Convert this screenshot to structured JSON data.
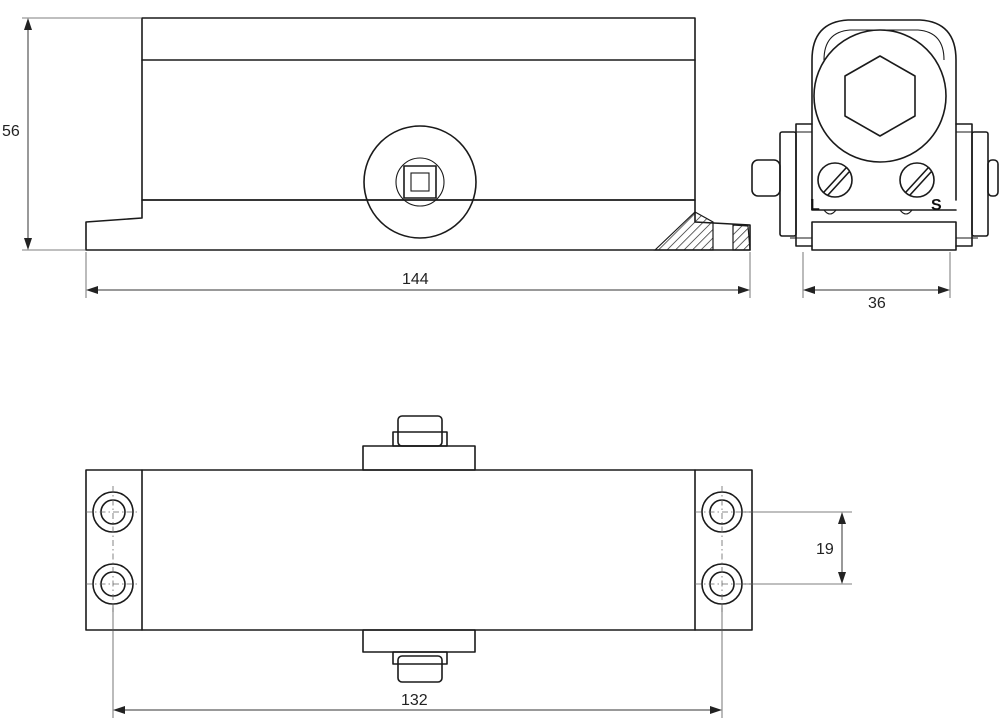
{
  "dimensions": {
    "height": "56",
    "length": "144",
    "width": "36",
    "hole_spacing": "19",
    "hole_distance": "132"
  },
  "side_marks": {
    "left": "L",
    "right": "S"
  }
}
